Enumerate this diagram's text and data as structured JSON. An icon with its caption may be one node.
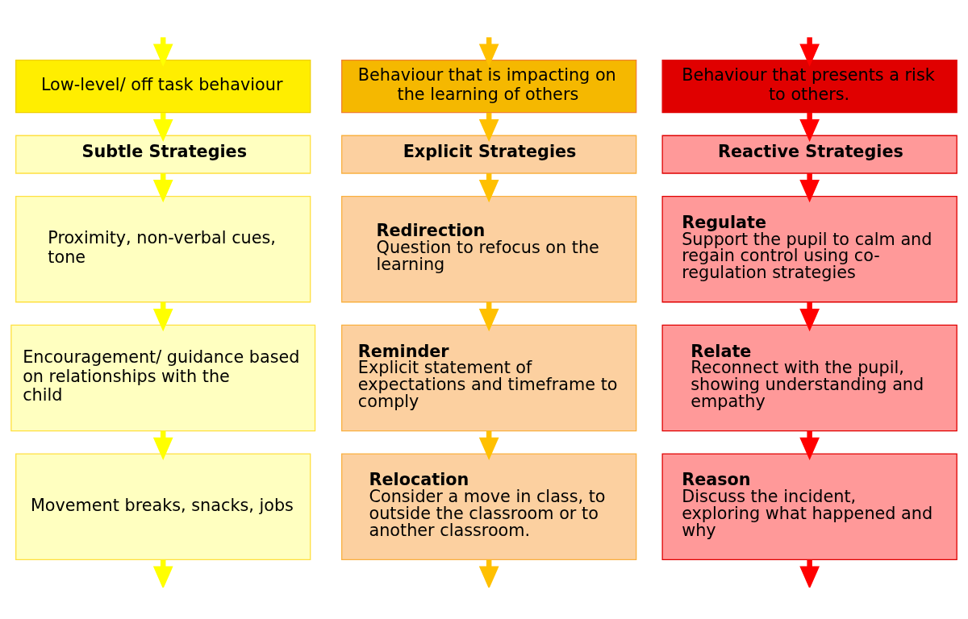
{
  "diagram": {
    "nodes": [
      {
        "text": [
          "Low-level/ off task behaviour"
        ]
      },
      {
        "text": [
          "Subtle Strategies"
        ]
      },
      {
        "text": [
          "Proximity, non-verbal cues, tone"
        ]
      },
      {
        "text": [
          "Encouragement/ guidance based on relationships with the child"
        ]
      },
      {
        "text": [
          "Movement breaks, snacks, jobs"
        ]
      },
      {
        "text": [
          "Behaviour that is impacting on the learning of others"
        ]
      },
      {
        "text": [
          "Explicit Strategies"
        ]
      },
      {
        "text": [
          "Redirection",
          "Question to refocus on the learning"
        ]
      },
      {
        "text": [
          "Reminder",
          "Explicit statement of expectations and timeframe to comply"
        ]
      },
      {
        "text": [
          "Relocation",
          "Consider a move in class, to outside the classroom or to another classroom."
        ]
      },
      {
        "text": [
          "Behaviour that presents a risk to others."
        ]
      },
      {
        "text": [
          "Reactive Strategies"
        ]
      },
      {
        "text": [
          "Regulate",
          "Support the pupil to calm and regain control using co-regulation strategies"
        ]
      },
      {
        "text": [
          "Relate",
          "Reconnect with the pupil, showing understanding and empathy"
        ]
      },
      {
        "text": [
          "Reason",
          "Discuss the incident, exploring what happened and why"
        ]
      }
    ],
    "edges": [
      {
        "from": null,
        "to": 0,
        "arrow": "to",
        "color": "#ffff00"
      },
      {
        "from": 0,
        "to": 1,
        "arrow": "to",
        "color": "#ffff00"
      },
      {
        "from": 1,
        "to": 2,
        "arrow": "to",
        "color": "#ffff00"
      },
      {
        "from": 2,
        "to": 3,
        "arrow": "to",
        "color": "#ffff00"
      },
      {
        "from": 3,
        "to": 4,
        "arrow": "to",
        "color": "#ffff00"
      },
      {
        "from": 4,
        "to": null,
        "arrow": "to",
        "color": "#ffff00"
      },
      {
        "from": null,
        "to": 5,
        "arrow": "to",
        "color": "#ffc000"
      },
      {
        "from": 5,
        "to": 6,
        "arrow": "to",
        "color": "#ffc000"
      },
      {
        "from": 6,
        "to": 7,
        "arrow": "to",
        "color": "#ffc000"
      },
      {
        "from": 7,
        "to": 8,
        "arrow": "to",
        "color": "#ffc000"
      },
      {
        "from": 8,
        "to": 9,
        "arrow": "to",
        "color": "#ffc000"
      },
      {
        "from": 9,
        "to": null,
        "arrow": "to",
        "color": "#ffc000"
      },
      {
        "from": null,
        "to": 10,
        "arrow": "to",
        "color": "#ff0000"
      },
      {
        "from": 10,
        "to": 11,
        "arrow": "to",
        "color": "#ff0000"
      },
      {
        "from": 11,
        "to": 12,
        "arrow": "to",
        "color": "#ff0000"
      },
      {
        "from": 12,
        "to": 13,
        "arrow": "to",
        "color": "#ff0000"
      },
      {
        "from": 13,
        "to": 14,
        "arrow": "to",
        "color": "#ff0000"
      },
      {
        "from": 14,
        "to": null,
        "arrow": "to",
        "color": "#ff0000"
      }
    ]
  }
}
